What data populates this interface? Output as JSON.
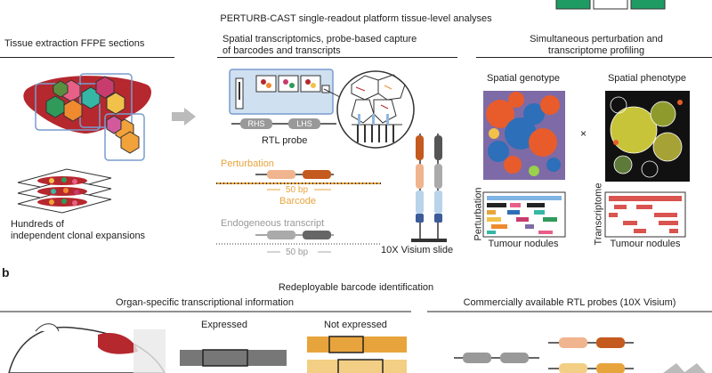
{
  "panel_a": {
    "title": "PERTURB-CAST single-readout platform tissue-level analyses",
    "col1_header": "Tissue extraction FFPE sections",
    "col2_header_line1": "Spatial transcriptomics, probe-based capture",
    "col2_header_line2": "of barcodes and transcripts",
    "col3_header_line1": "Simultaneous perturbation and",
    "col3_header_line2": "transcriptome profiling",
    "caption_line1": "Hundreds of",
    "caption_line2": "independent clonal expansions",
    "rhs_label": "RHS",
    "lhs_label": "LHS",
    "rtl_probe_label": "RTL probe",
    "perturbation_label": "Perturbation",
    "bp_label_1": "50 bp",
    "barcode_label": "Barcode",
    "endogenous_label": "Endogeneous transcript",
    "bp_label_2": "50 bp",
    "visium_label": "10X Visium slide",
    "spatial_genotype": "Spatial genotype",
    "spatial_phenotype": "Spatial phenotype",
    "times_sign": "×",
    "perturbation_axis": "Perturbation",
    "transcriptome_axis": "Transcriptome",
    "tumour_nodules_1": "Tumour nodules",
    "tumour_nodules_2": "Tumour nodules"
  },
  "panel_b": {
    "letter": "b",
    "title": "Redeployable barcode identification",
    "left_header": "Organ-specific transcriptional information",
    "right_header": "Commercially available RTL probes (10X Visium)",
    "expressed": "Expressed",
    "not_expressed": "Not expressed"
  },
  "colors": {
    "perturbation": "#e8a43c",
    "orange_dark": "#c45a1e",
    "peach": "#f0b48e",
    "grey_bar": "#777777",
    "probe_blue": "#b9d3ea",
    "liver": "#b5282e"
  }
}
